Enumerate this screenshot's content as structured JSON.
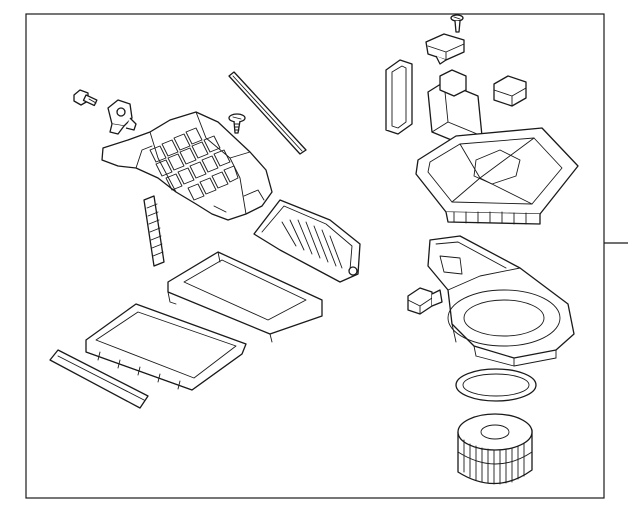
{
  "diagram": {
    "colors": {
      "line": "#1a1a1a",
      "background": "#ffffff"
    },
    "parts": [
      "bolt-left",
      "actuator-small",
      "screw-center",
      "seal-strip-diagonal",
      "intake-duct",
      "filter-door-small",
      "filter-frame",
      "filter-cover",
      "cabin-air-filter",
      "seal-strip-bottom",
      "screw-top",
      "actuator-top",
      "resistor",
      "seal-ring-vertical",
      "blower-upper-case",
      "blower-lower-case",
      "connector-small",
      "gasket-ring",
      "blower-motor-fan"
    ]
  }
}
